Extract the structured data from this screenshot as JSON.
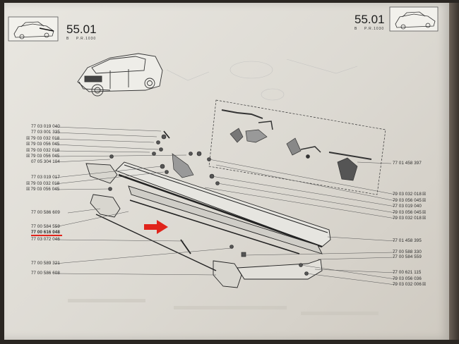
{
  "header": {
    "left": {
      "section": "55.01",
      "sub_a": "B",
      "sub_b": "P.R.1030"
    },
    "right": {
      "section": "55.01",
      "sub_a": "B",
      "sub_b": "P.R.1030"
    }
  },
  "parts_left": [
    "77 03 019 040",
    "77 03 001 335",
    "79 03 032 018",
    "79 03 056 045",
    "79 03 032 018",
    "79 03 056 045",
    "07 05 304 104",
    "77 03 019 017",
    "79 03 032 018",
    "79 03 056 045",
    "77 00 586 609",
    "77 00 584 559",
    "77 00 616 048",
    "77 03 072 046",
    "77 00 589 321",
    "77 00 586 608"
  ],
  "parts_right": [
    "77 01 458 397",
    "79 03 032 018",
    "79 03 056 045",
    "77 03 019 040",
    "79 03 056 045",
    "79 03 032 018",
    "77 01 458 395",
    "77 00 588 330",
    "77 00 584 559",
    "77 00 621 115",
    "79 03 056 036",
    "79 03 032 006"
  ],
  "highlight": {
    "marker_color": "#e0241b",
    "underlined_part": "77 00 616 048"
  }
}
